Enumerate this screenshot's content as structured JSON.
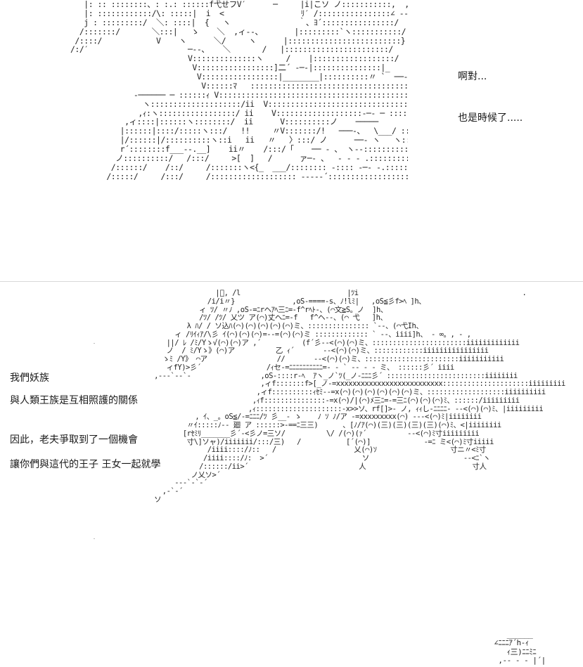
{
  "panel_top": {
    "dialogue": [
      "啊對...",
      "也是時候了....."
    ]
  },
  "panel_bottom": {
    "dialogue": [
      "我們妖族",
      "與人類王族是互相照護的關係",
      "因此，老夫爭取到了一個機會",
      "讓你們與這代的王子  王女一起就學"
    ]
  },
  "colors": {
    "background": "#ffffff",
    "divider": "#d9d9d9",
    "text": "#1a1a1a"
  }
}
